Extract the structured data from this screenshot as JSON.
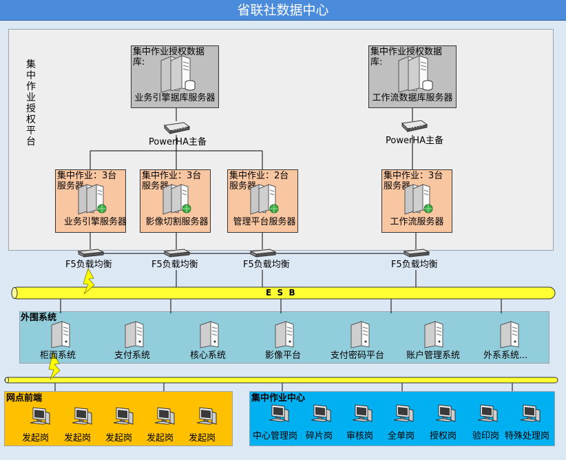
{
  "title": "省联社数据中心",
  "platform": {
    "label_chars": [
      "集",
      "中",
      "作",
      "业",
      "授",
      "权",
      "平",
      "台"
    ]
  },
  "db_left": {
    "title_line1": "集中作业授权数据",
    "title_line2": "库:",
    "caption": "业务引擎据库服务器"
  },
  "db_right": {
    "title_line1": "集中作业授权数据",
    "title_line2": "库:",
    "caption": "工作流数据库服务器"
  },
  "powerha": {
    "left": "PowerHA主备",
    "right": "PowerHA主备"
  },
  "servers": [
    {
      "title": "集中作业：3台",
      "sub": "服务器",
      "caption": "业务引擎服务器"
    },
    {
      "title": "集中作业：3台",
      "sub": "服务器",
      "caption": "影像切割服务器"
    },
    {
      "title": "集中作业：2台",
      "sub": "服务器",
      "caption": "管理平台服务器"
    },
    {
      "title": "集中作业：3台",
      "sub": "服务器",
      "caption": "工作流服务器"
    }
  ],
  "f5": [
    "F5负载均衡",
    "F5负载均衡",
    "F5负载均衡",
    "F5负载均衡"
  ],
  "esb": "E  S  B",
  "peripheral": {
    "title": "外围系统",
    "systems": [
      "柜面系统",
      "支付系统",
      "核心系统",
      "影像平台",
      "支付密码平台",
      "账户管理系统",
      "外系系统..."
    ]
  },
  "branch": {
    "title": "网点前端",
    "posts": [
      "发起岗",
      "发起岗",
      "发起岗",
      "发起岗",
      "发起岗"
    ]
  },
  "center": {
    "title": "集中作业中心",
    "posts": [
      "中心管理岗",
      "碎片岗",
      "审核岗",
      "全单岗",
      "授权岗",
      "验印岗",
      "特殊处理岗"
    ]
  },
  "colors": {
    "title_bar": "#4b8bdc",
    "platform_bg": "#eeeeee",
    "db_box": "#bfbfbf",
    "server_box": "#f9c6a2",
    "esb_bar": "#ffff33",
    "peripheral_bg": "#92cddc",
    "branch_bg": "#ffc000",
    "center_bg": "#00b0f0"
  }
}
